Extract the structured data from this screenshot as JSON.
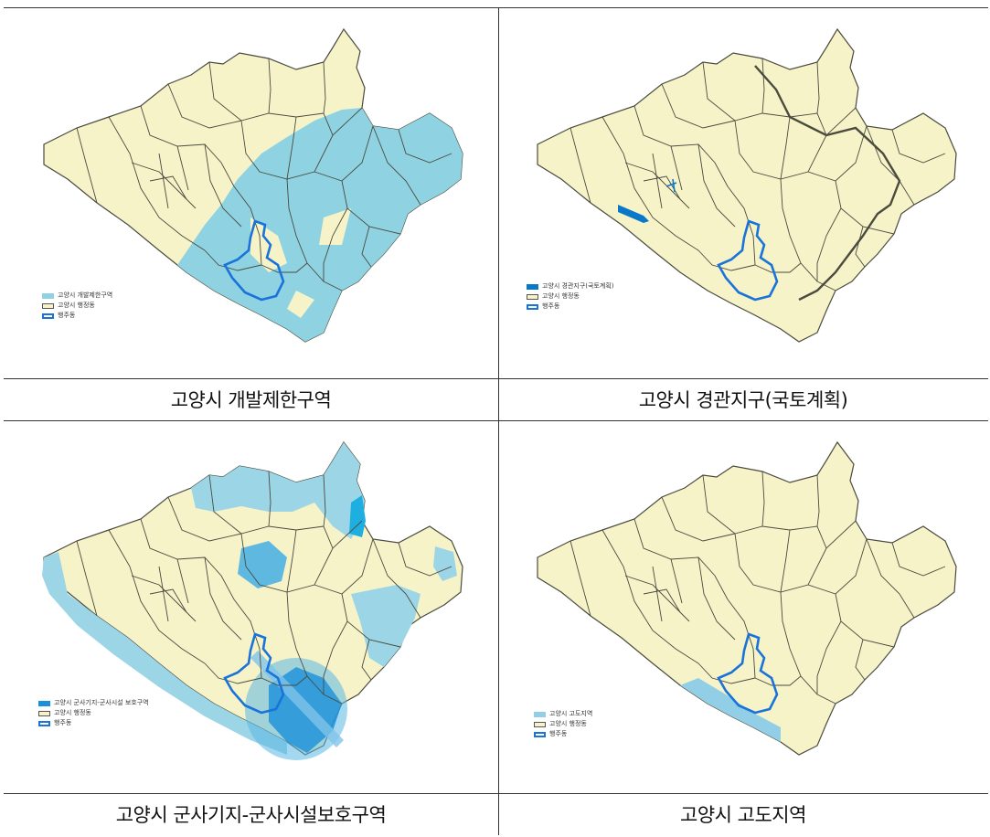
{
  "colors": {
    "admin_fill": "#f6f3c9",
    "admin_stroke": "#4a4a3e",
    "restricted_zone": "#8fd3e3",
    "scenic_district": "#0a78c8",
    "military_zone": "#1eaee0",
    "military_zone_light": "#9cd6e6",
    "altitude_zone": "#92cfe6",
    "haengju_outline": "#1a73d9"
  },
  "panels": [
    {
      "caption": "고양시 개발제한구역",
      "legend": [
        "고양시 개발제한구역",
        "고양시 행정동",
        "행주동"
      ]
    },
    {
      "caption": "고양시 경관지구(국토계획)",
      "legend": [
        "고양시 경관지구(국토계획)",
        "고양시 행정동",
        "행주동"
      ]
    },
    {
      "caption": "고양시 군사기지-군사시설보호구역",
      "legend": [
        "고양시 군사기지-군사시설 보호구역",
        "고양시 행정동",
        "행주동"
      ]
    },
    {
      "caption": "고양시 고도지역",
      "legend": [
        "고양시 고도지역",
        "고양시 행정동",
        "행주동"
      ]
    }
  ]
}
